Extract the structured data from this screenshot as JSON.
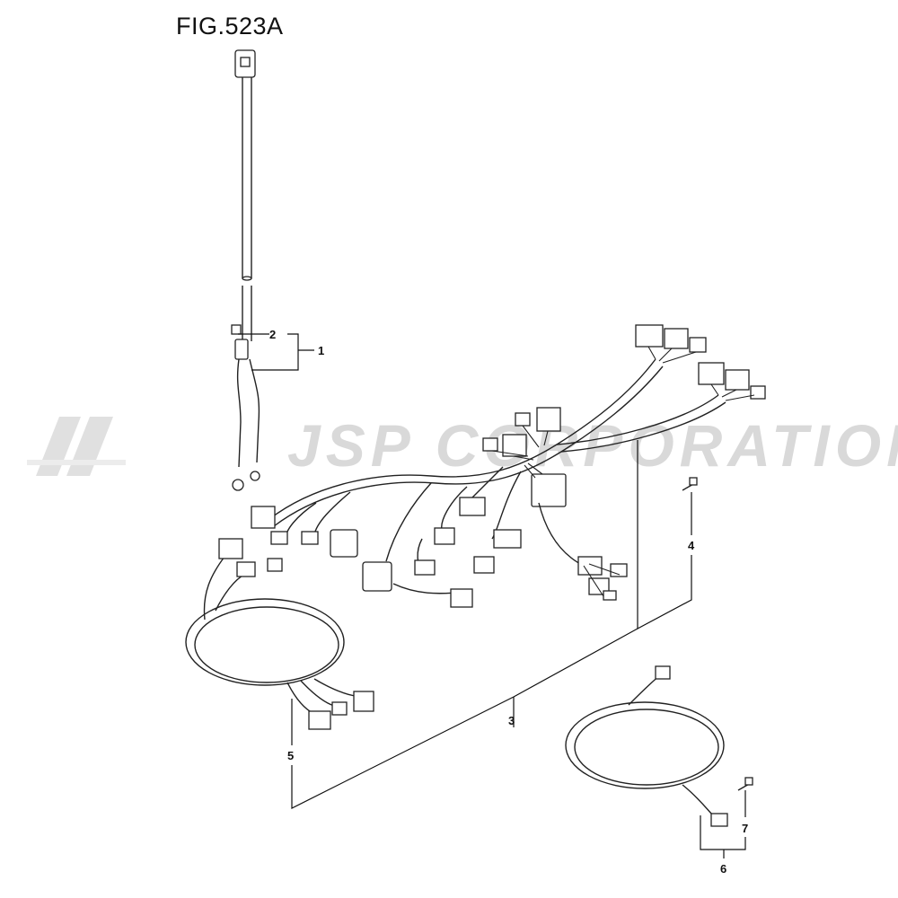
{
  "figure": {
    "title": "FIG.523A"
  },
  "watermark": {
    "text": "JSP CORPORATION",
    "icon": "jsp-logo-icon"
  },
  "callouts": [
    "1",
    "2",
    "3",
    "4",
    "5",
    "6",
    "7"
  ]
}
